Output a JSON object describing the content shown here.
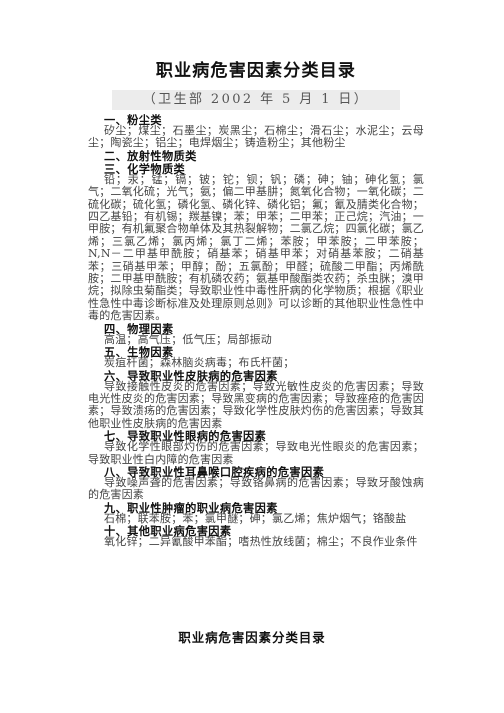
{
  "document": {
    "title": "职业病危害因素分类目录",
    "subtitle": "（卫生部 2002 年 5 月 1 日）",
    "footer_title": "职业病危害因素分类目录"
  },
  "sections": [
    {
      "heading": "一、粉尘类",
      "body": "矽尘；煤尘；石墨尘；炭黑尘；石棉尘；滑石尘；水泥尘；云母尘；陶瓷尘；铝尘；电焊烟尘；铸造粉尘；其他粉尘"
    },
    {
      "heading": "二、放射性物质类",
      "body": ""
    },
    {
      "heading": "三、化学物质类",
      "body": "铅；汞；锰；镉；铍；铊；钡；钒；磷；砷；铀；砷化氢；氯气；二氧化硫；光气；氨；偏二甲基肼；氮氧化合物；一氧化碳；二硫化碳；硫化氢；磷化氢、磷化锌、磷化铝；氟；氰及腈类化合物；四乙基铅；有机锡；羰基镍；苯；甲苯；二甲苯；正己烷；汽油；一甲胺；有机氟聚合物单体及其热裂解物；二氯乙烷；四氯化碳；氯乙烯；三氯乙烯；氯丙烯；氯丁二烯；苯胺；甲苯胺；二甲苯胺；N,N－二甲基甲酰胺；硝基苯；硝基甲苯；对硝基苯胺；二硝基苯；三硝基甲苯；甲醇；酚；五氯酚；甲醛；硫酸二甲酯；丙烯酰胺；二甲基甲酰胺；有机磷农药；氨基甲酸酯类农药；杀虫脒；溴甲烷；拟除虫菊酯类；导致职业性中毒性肝病的化学物质；根据《职业性急性中毒诊断标准及处理原则总则》可以诊断的其他职业性急性中毒的危害因素。"
    },
    {
      "heading": "四、物理因素",
      "body": "高温；高气压；低气压；局部振动"
    },
    {
      "heading": "五、生物因素",
      "body": "炭疽杆菌；森林脑炎病毒；布氏杆菌；"
    },
    {
      "heading": "六、导致职业性皮肤病的危害因素",
      "body": "导致接触性皮炎的危害因素；导致光敏性皮炎的危害因素；导致电光性皮炎的危害因素；导致黑变病的危害因素；导致痤疮的危害因素；导致溃疡的危害因素；导致化学性皮肤灼伤的危害因素；导致其他职业性皮肤病的危害因素"
    },
    {
      "heading": "七、导致职业性眼病的危害因素",
      "body": "导致化学性眼部灼伤的危害因素；导致电光性眼炎的危害因素；导致职业性白内障的危害因素"
    },
    {
      "heading": "八、导致职业性耳鼻喉口腔疾病的危害因素",
      "body": "导致噪声聋的危害因素；导致铬鼻病的危害因素；导致牙酸蚀病的危害因素"
    },
    {
      "heading": "九、职业性肿瘤的职业病危害因素",
      "body": "石棉；联苯胺；苯；氯甲醚；砷；氯乙烯；焦炉烟气；铬酸盐"
    },
    {
      "heading": "十、其他职业病危害因素",
      "body": "氧化锌；二异氰酸甲苯酯；嗜热性放线菌；棉尘；不良作业条件"
    }
  ]
}
